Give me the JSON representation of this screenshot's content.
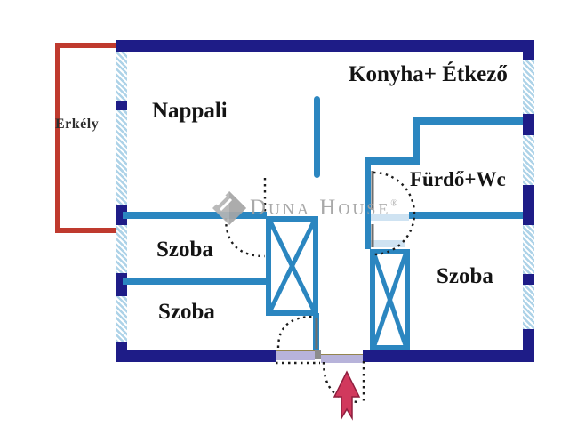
{
  "rooms": {
    "nappali": "Nappali",
    "konyha": "Konyha+ Étkező",
    "furdo": "Fürdő+Wc",
    "szoba_top": "Szoba",
    "szoba_bottom": "Szoba",
    "szoba_right": "Szoba",
    "erkely": "Erkély"
  },
  "watermark": {
    "brand": "Duna House",
    "registered_mark": "®"
  },
  "colors": {
    "outer_wall_navy": "#1e1c87",
    "interior_wall_blue": "#2b86c0",
    "window_hatch_blue": "#aed3e8",
    "balcony_red": "#bf3a2e",
    "door_opening_light_blue": "#cfe3f2",
    "entrance_threshold_lavender": "#b7b3da",
    "entrance_arrow_red": "#d1395d",
    "door_leaf_gray": "#6e6e6e",
    "watermark_gray": "#a2a2a2",
    "label_text": "#141414"
  },
  "symbols": {
    "entrance_arrow": "up-arrow",
    "door_swing": "dotted-arc",
    "wardrobe": "x-crossed-box",
    "window": "diagonal-hatch-band"
  }
}
